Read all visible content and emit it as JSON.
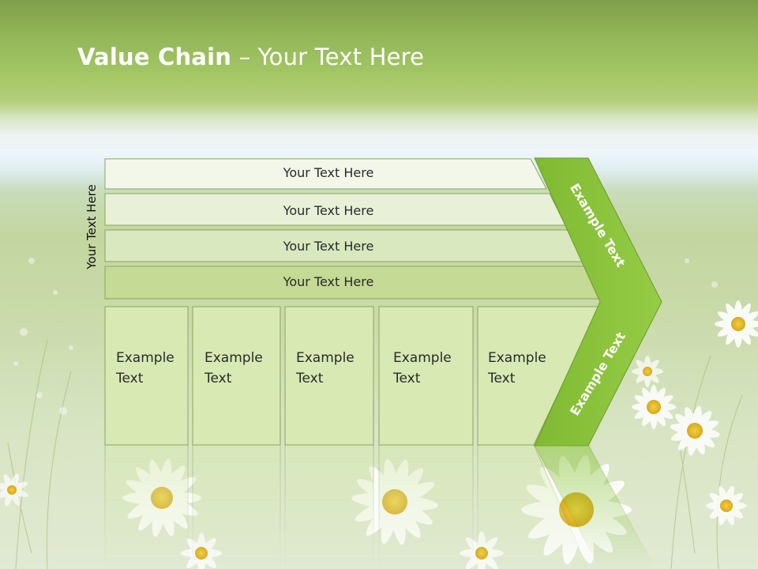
{
  "title": {
    "bold": "Value Chain",
    "rest": " – Your Text Here"
  },
  "vertical_label": "Your Text Here",
  "bars": [
    {
      "label": "Your Text Here"
    },
    {
      "label": "Your Text Here"
    },
    {
      "label": "Your Text Here"
    },
    {
      "label": "Your Text Here"
    }
  ],
  "boxes": [
    {
      "line1": "Example",
      "line2": "Text"
    },
    {
      "line1": "Example",
      "line2": "Text"
    },
    {
      "line1": "Example",
      "line2": "Text"
    },
    {
      "line1": "Example",
      "line2": "Text"
    },
    {
      "line1": "Example",
      "line2": "Text"
    }
  ],
  "chevron": {
    "top_label": "Example Text",
    "bottom_label": "Example Text"
  },
  "colors": {
    "title_band": "#9ec05e",
    "chevron_fill": "#8dc63f",
    "bar_fill_light": "#f3f7ea",
    "bar_fill_dark": "#c4da95",
    "box_fill": "#d8e9b3",
    "shape_border": "#8aa75a"
  }
}
